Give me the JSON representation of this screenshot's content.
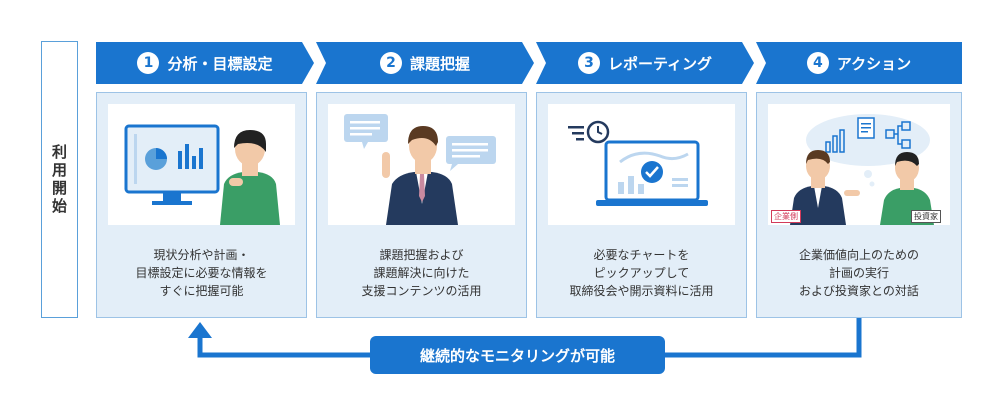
{
  "start_label": "利用開始",
  "steps": [
    {
      "num": "1",
      "title": "分析・目標設定",
      "lines": [
        "現状分析や計画・",
        "目標設定に必要な情報を",
        "すぐに把握可能"
      ]
    },
    {
      "num": "2",
      "title": "課題把握",
      "lines": [
        "課題把握および",
        "課題解決に向けた",
        "支援コンテンツの活用"
      ]
    },
    {
      "num": "3",
      "title": "レポーティング",
      "lines": [
        "必要なチャートを",
        "ピックアップして",
        "取締役会や開示資料に活用"
      ]
    },
    {
      "num": "4",
      "title": "アクション",
      "lines": [
        "企業価値向上のための",
        "計画の実行",
        "および投資家との対話"
      ]
    }
  ],
  "tags": {
    "company": "企業側",
    "investor": "投資家"
  },
  "loop_label": "継続的なモニタリングが可能",
  "colors": {
    "primary": "#1a75cf",
    "card_bg": "#e3eef8",
    "card_border": "#9dc3e6",
    "accent_light": "#5aa0da"
  }
}
